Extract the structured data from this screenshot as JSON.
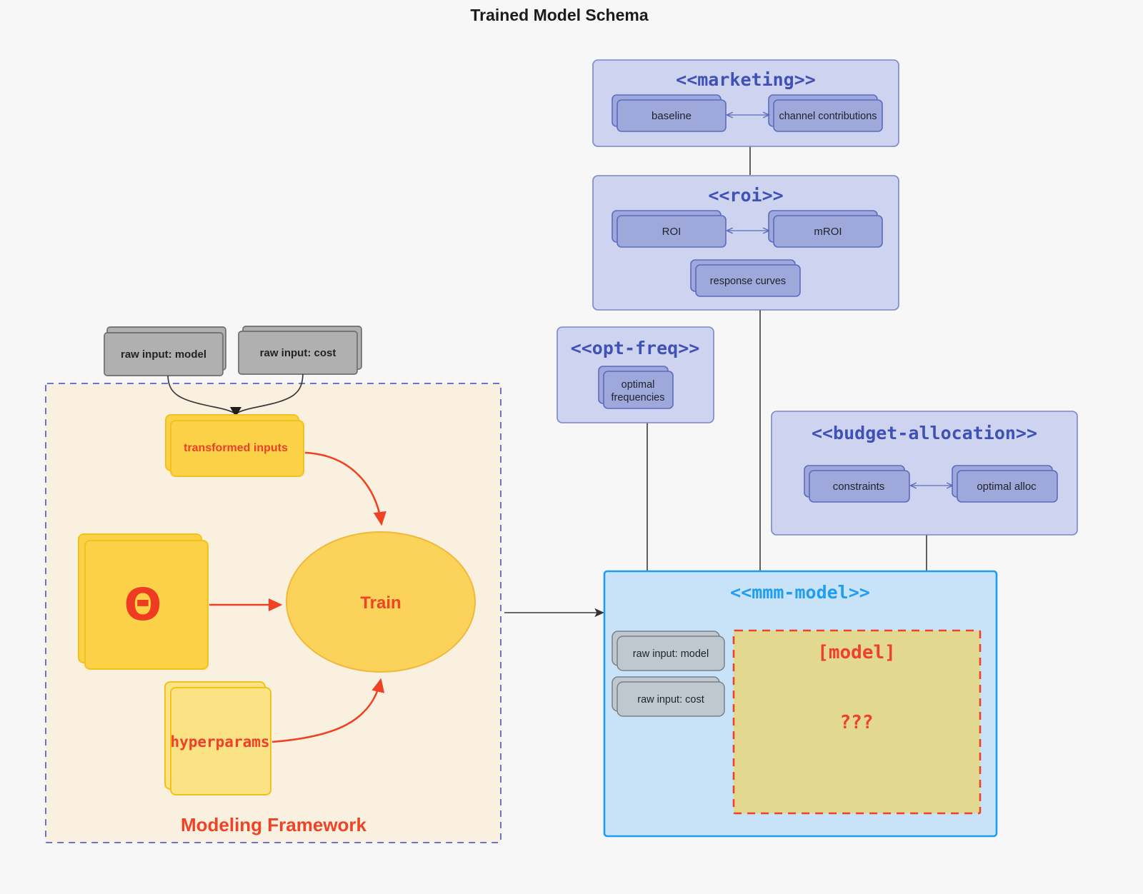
{
  "title": "Trained Model Schema",
  "colors": {
    "canvas": "#f7f7f7",
    "package_fill": "#ced3ef",
    "package_border": "#7986cb",
    "node_fill": "#9fa8da",
    "node_border": "#5c6bc0",
    "package_title": "#3f51b5",
    "mmm_fill": "#c8e3f8",
    "mmm_border": "#1e9df1",
    "mmm_title": "#1e9df1",
    "gray_fill": "#b0b0b0",
    "gray_border": "#6e6e6e",
    "gray_fill_light": "#c0c8cf",
    "framework_fill": "#faf0df",
    "framework_border": "#6b72d0",
    "yellow_fill": "#fbd148",
    "yellow_fill_light": "#fae285",
    "yellow_border": "#f2c21a",
    "train_fill": "#fbd25a",
    "train_border": "#f0b93a",
    "accent_red": "#ef4123",
    "model_box_fill": "#e3d88f",
    "model_box_border": "#f0402a",
    "arrow_gray": "#333333"
  },
  "packages": {
    "marketing": {
      "name": "<<marketing>>",
      "nodes": [
        {
          "label": "baseline"
        },
        {
          "label": "channel contributions"
        }
      ],
      "link": "bidirectional"
    },
    "roi": {
      "name": "<<roi>>",
      "nodes": [
        {
          "label": "ROI"
        },
        {
          "label": "mROI"
        },
        {
          "label": "response curves"
        }
      ],
      "link": "bidirectional"
    },
    "opt_freq": {
      "name": "<<opt-freq>>",
      "nodes": [
        {
          "label_line1": "optimal",
          "label_line2": "frequencies"
        }
      ]
    },
    "budget_allocation": {
      "name": "<<budget-allocation>>",
      "nodes": [
        {
          "label": "constraints"
        },
        {
          "label": "optimal alloc"
        }
      ],
      "link": "bidirectional"
    },
    "mmm_model": {
      "name": "<<mmm-model>>",
      "inputs": [
        {
          "label": "raw input: model"
        },
        {
          "label": "raw input: cost"
        }
      ],
      "model_box": {
        "title": "[model]",
        "body": "???"
      }
    }
  },
  "framework": {
    "caption": "Modeling Framework",
    "raw_inputs": [
      {
        "label": "raw input: model"
      },
      {
        "label": "raw input: cost"
      }
    ],
    "transformed": {
      "label": "transformed inputs"
    },
    "theta": {
      "label": "Θ"
    },
    "hyperparams": {
      "label": "hyperparams"
    },
    "train": {
      "label": "Train"
    }
  }
}
